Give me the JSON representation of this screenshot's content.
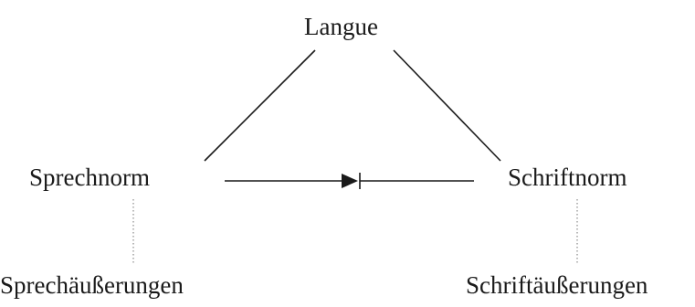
{
  "diagram": {
    "nodes": {
      "langue": "Langue",
      "sprechnorm": "Sprechnorm",
      "schriftnorm": "Schriftnorm",
      "sprechaeusserungen": "Sprechäußerungen",
      "schriftaeusserungen": "Schriftäußerungen"
    },
    "edges": [
      {
        "from": "sprechnorm",
        "to": "langue",
        "style": "solid"
      },
      {
        "from": "langue",
        "to": "schriftnorm",
        "style": "solid"
      },
      {
        "from": "sprechnorm",
        "to": "schriftnorm",
        "style": "arrow-to-bar"
      },
      {
        "from": "sprechnorm",
        "to": "sprechaeusserungen",
        "style": "dotted"
      },
      {
        "from": "schriftnorm",
        "to": "schriftaeusserungen",
        "style": "dotted"
      }
    ],
    "colors": {
      "ink": "#1a1a1a",
      "dotted": "#8a8a8a",
      "background": "#ffffff"
    }
  }
}
